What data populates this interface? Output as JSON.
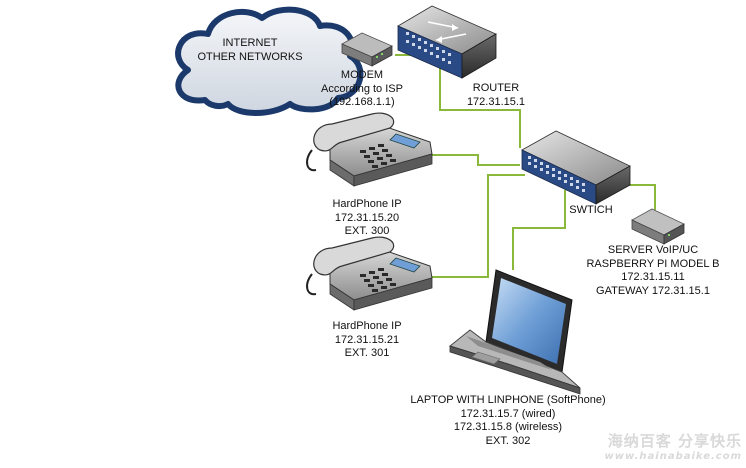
{
  "nodes": {
    "internet": {
      "lines": [
        "INTERNET",
        "OTHER NETWORKS"
      ]
    },
    "modem": {
      "lines": [
        "MODEM",
        "According to ISP",
        "(192.168.1.1)"
      ]
    },
    "router": {
      "lines": [
        "ROUTER",
        "172.31.15.1"
      ]
    },
    "switch": {
      "lines": [
        "SWTICH"
      ]
    },
    "server": {
      "lines": [
        "SERVER VoIP/UC",
        "RASPBERRY PI MODEL B",
        "172.31.15.11",
        "GATEWAY 172.31.15.1"
      ]
    },
    "phone1": {
      "lines": [
        "HardPhone IP",
        "172.31.15.20",
        "EXT. 300"
      ]
    },
    "phone2": {
      "lines": [
        "HardPhone IP",
        "172.31.15.21",
        "EXT. 301"
      ]
    },
    "laptop": {
      "lines": [
        "LAPTOP WITH LINPHONE (SoftPhone)",
        "172.31.15.7 (wired)",
        "172.31.15.8 (wireless)",
        "EXT. 302"
      ]
    }
  },
  "watermark": {
    "top": "海纳百客 分享快乐",
    "bottom": "www.hainabaike.com"
  },
  "colors": {
    "link": "#8ab83a",
    "cloud_fill": "#e4e8ef",
    "cloud_stroke": "#1b3a6b",
    "device_blue": "#2a4a86"
  }
}
